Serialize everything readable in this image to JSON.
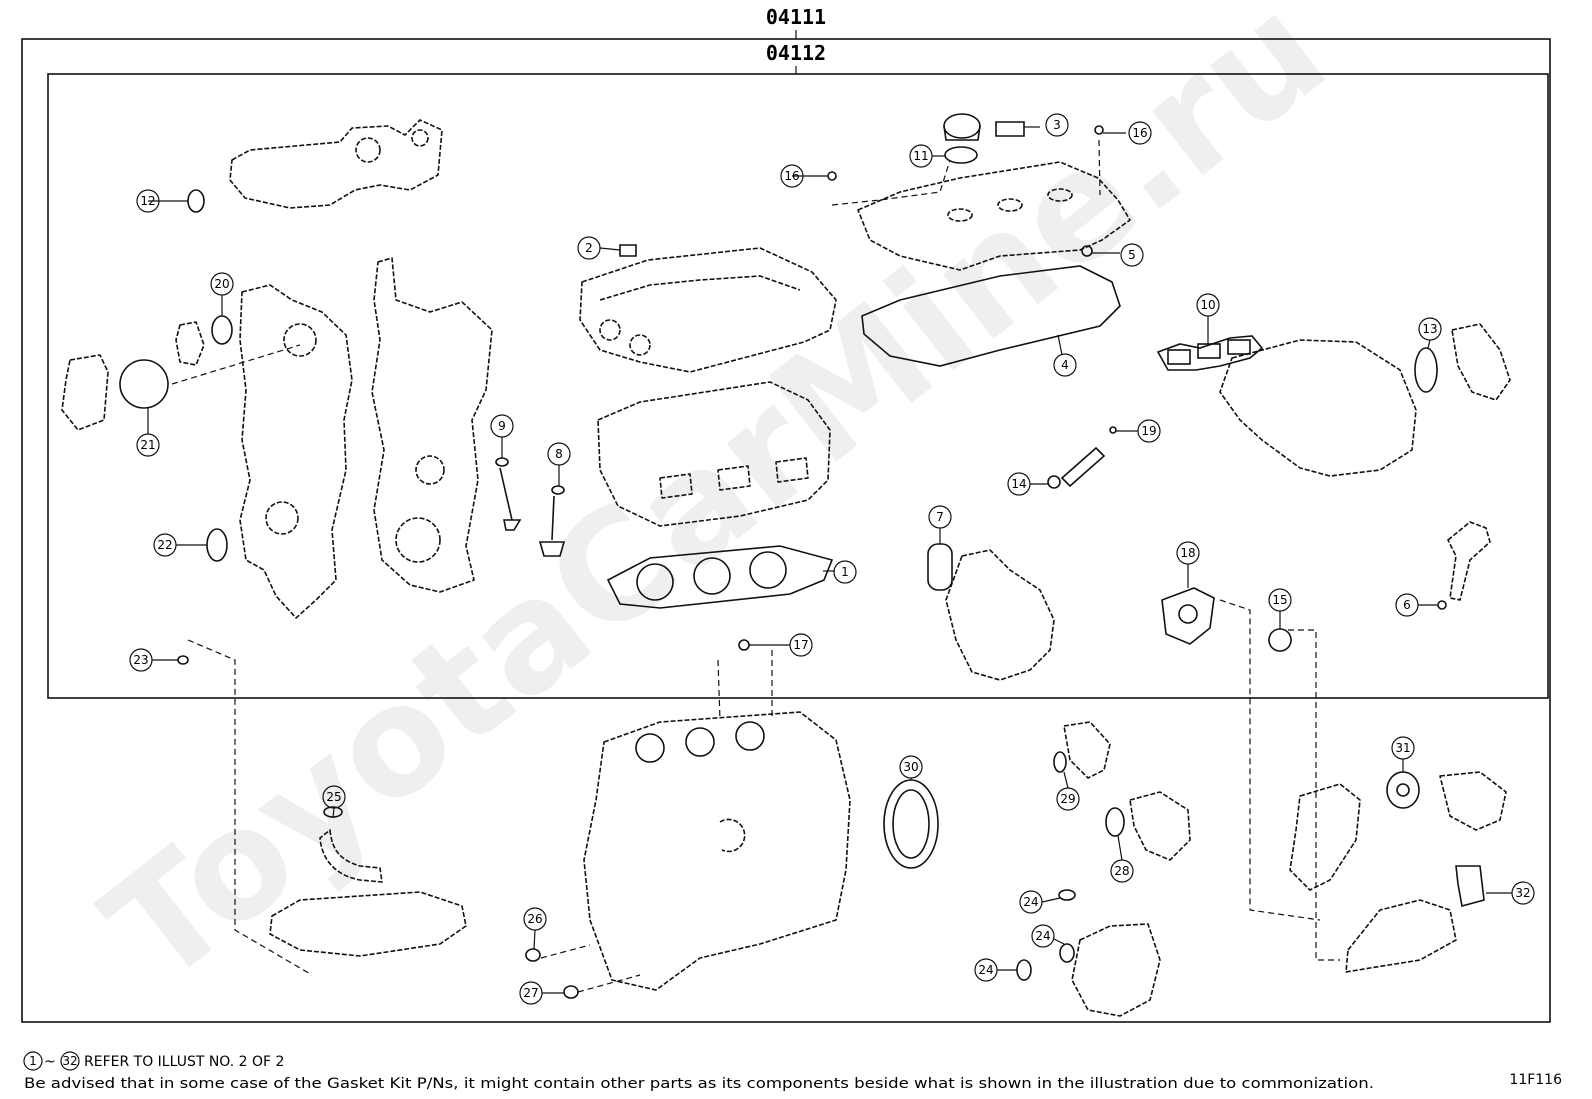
{
  "diagram": {
    "outer_kit_code": "04111",
    "inner_kit_code": "04112",
    "watermark": "ToyotaCarMine.ru",
    "figure_id": "11F116",
    "note_prefix_start": "1",
    "note_prefix_end": "32",
    "note_range_separator": "~",
    "note_refer": "REFER TO ILLUST NO. 2 OF 2",
    "note_advice": "Be advised that in some case of the Gasket Kit P/Ns,  it might contain other parts as its components beside what is shown in the illustration due to commonization."
  },
  "callouts": [
    "1",
    "2",
    "3",
    "4",
    "5",
    "6",
    "7",
    "8",
    "9",
    "10",
    "11",
    "12",
    "13",
    "14",
    "15",
    "16",
    "16",
    "17",
    "18",
    "19",
    "20",
    "21",
    "22",
    "23",
    "24",
    "24",
    "24",
    "25",
    "26",
    "27",
    "28",
    "29",
    "30",
    "31",
    "32"
  ]
}
